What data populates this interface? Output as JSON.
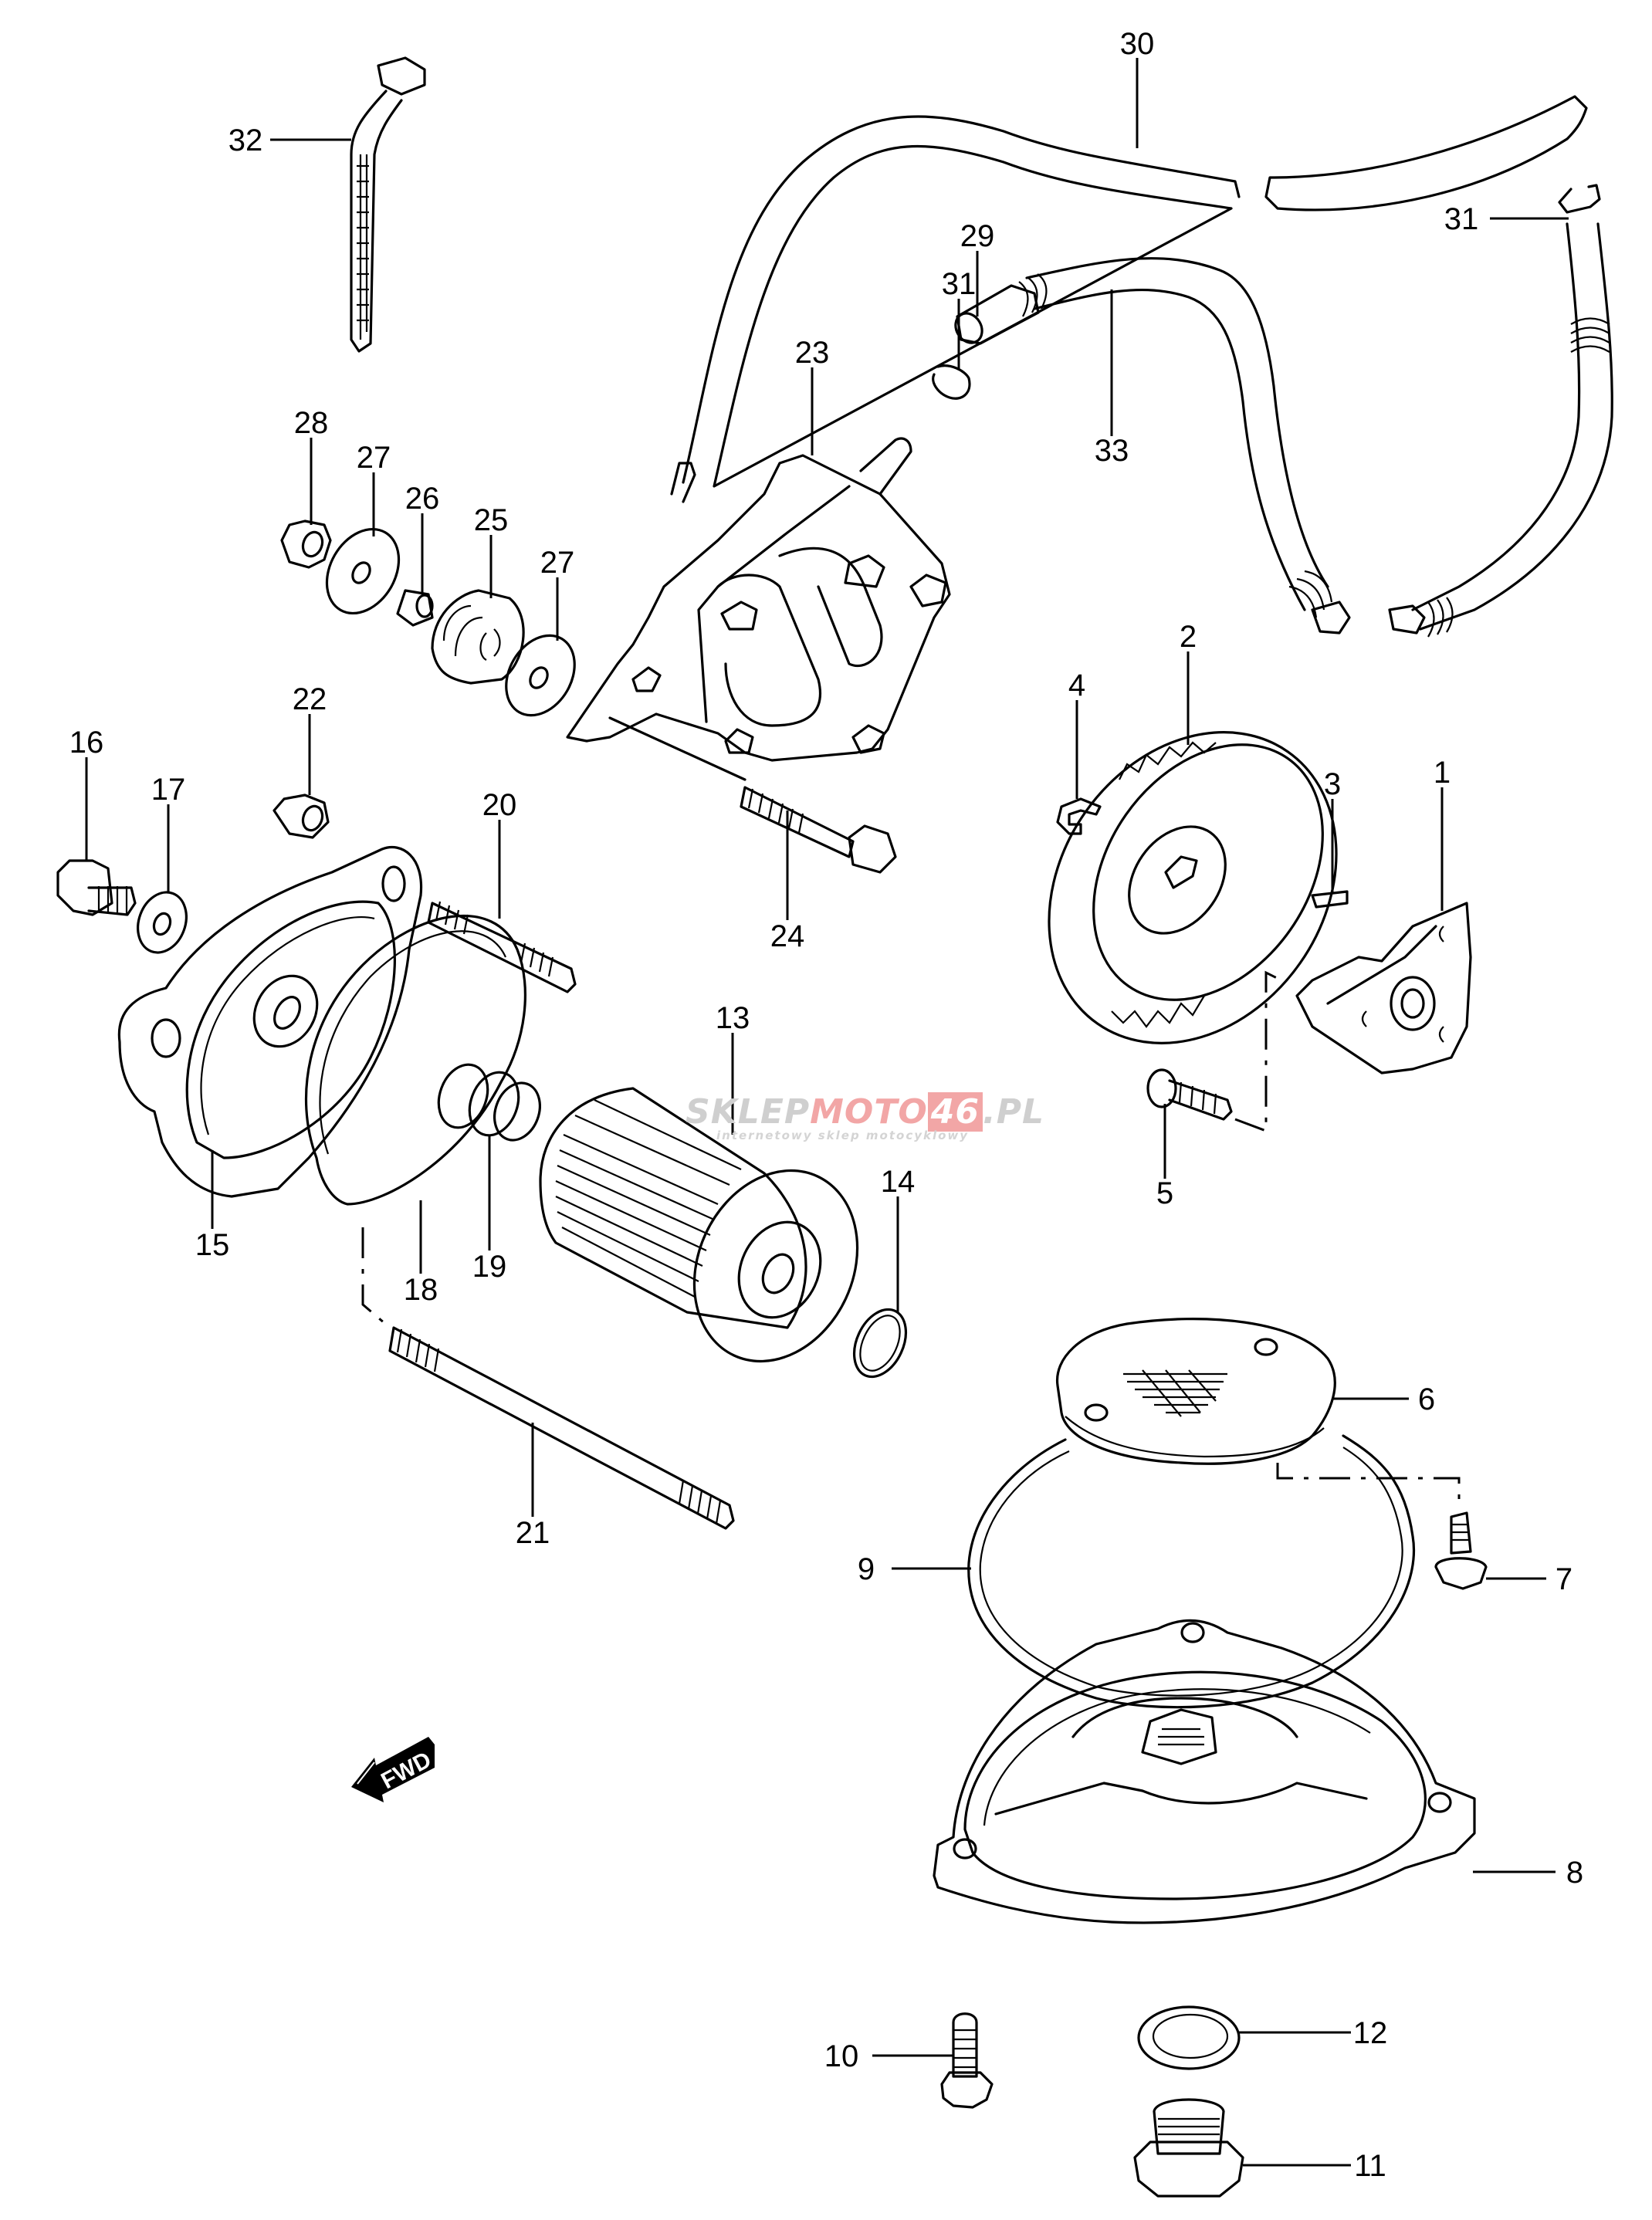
{
  "diagram": {
    "title": "Oil pump / oil filter / fuel pump exploded parts diagram",
    "watermark": {
      "brand_grey": "SKLEP",
      "brand_red": "MOTO",
      "brand_box": "46",
      "brand_suffix": ".PL",
      "tagline": "internetowy sklep motocyklowy",
      "colors": {
        "grey": "#cfcfcf",
        "red": "#f2a6a6"
      }
    },
    "direction_badge": {
      "text": "FWD",
      "icon": "arrow-left-down"
    },
    "callouts": [
      {
        "id": "30",
        "part": "fuel hose (long)"
      },
      {
        "id": "32",
        "part": "cable tie"
      },
      {
        "id": "31",
        "part": "hose clip (right)"
      },
      {
        "id": "29",
        "part": "fuel hose joint"
      },
      {
        "id": "31",
        "part": "hose clip (middle)"
      },
      {
        "id": "23",
        "part": "fuel pump"
      },
      {
        "id": "33",
        "part": "fuel hose"
      },
      {
        "id": "28",
        "part": "nut"
      },
      {
        "id": "27",
        "part": "washer"
      },
      {
        "id": "26",
        "part": "spacer"
      },
      {
        "id": "25",
        "part": "cushion"
      },
      {
        "id": "27",
        "part": "washer"
      },
      {
        "id": "22",
        "part": "nut"
      },
      {
        "id": "16",
        "part": "bolt"
      },
      {
        "id": "17",
        "part": "washer"
      },
      {
        "id": "20",
        "part": "stud"
      },
      {
        "id": "24",
        "part": "bolt"
      },
      {
        "id": "4",
        "part": "e-ring"
      },
      {
        "id": "2",
        "part": "oil pump gear"
      },
      {
        "id": "3",
        "part": "pin"
      },
      {
        "id": "1",
        "part": "oil pump"
      },
      {
        "id": "5",
        "part": "screw"
      },
      {
        "id": "13",
        "part": "oil filter"
      },
      {
        "id": "14",
        "part": "o-ring"
      },
      {
        "id": "15",
        "part": "oil filter cap"
      },
      {
        "id": "18",
        "part": "o-ring"
      },
      {
        "id": "19",
        "part": "spring"
      },
      {
        "id": "21",
        "part": "stud"
      },
      {
        "id": "6",
        "part": "oil strainer"
      },
      {
        "id": "9",
        "part": "gasket"
      },
      {
        "id": "7",
        "part": "screw"
      },
      {
        "id": "8",
        "part": "oil pan"
      },
      {
        "id": "10",
        "part": "bolt"
      },
      {
        "id": "12",
        "part": "gasket"
      },
      {
        "id": "11",
        "part": "drain plug"
      }
    ]
  }
}
